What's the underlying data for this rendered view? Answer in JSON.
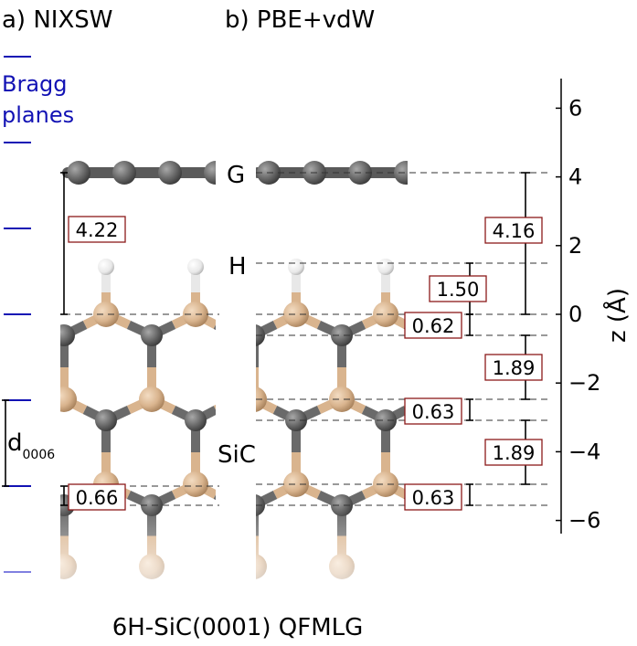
{
  "panels": {
    "a_title": "a) NIXSW",
    "b_title": "b) PBE+vdW"
  },
  "bragg": {
    "line1": "Bragg",
    "line2": "planes"
  },
  "layers": {
    "graphene": "G",
    "hydrogen": "H",
    "substrate": "SiC"
  },
  "d_label": {
    "main": "d",
    "sub": "0006"
  },
  "caption": "6H-SiC(0001) QFMLG",
  "axis": {
    "label": "z (Å)",
    "ticks": [
      "6",
      "4",
      "2",
      "0",
      "−2",
      "−4",
      "−6"
    ]
  },
  "values": {
    "nixsw_gr": "4.22",
    "nixsw_bottom": "0.66",
    "pbe_gr": "4.16",
    "pbe_h": "1.50",
    "pbe_top": "0.62",
    "pbe_bilayer1": "1.89",
    "pbe_mid": "0.63",
    "pbe_bilayer2": "1.89",
    "pbe_bottom": "0.63"
  },
  "colors": {
    "carbon": "#666666",
    "silicon": "#d9b48e",
    "hydrogen": "#f2f2f2",
    "bragg_line": "#1212b4",
    "box_border": "#8b1a1a"
  }
}
